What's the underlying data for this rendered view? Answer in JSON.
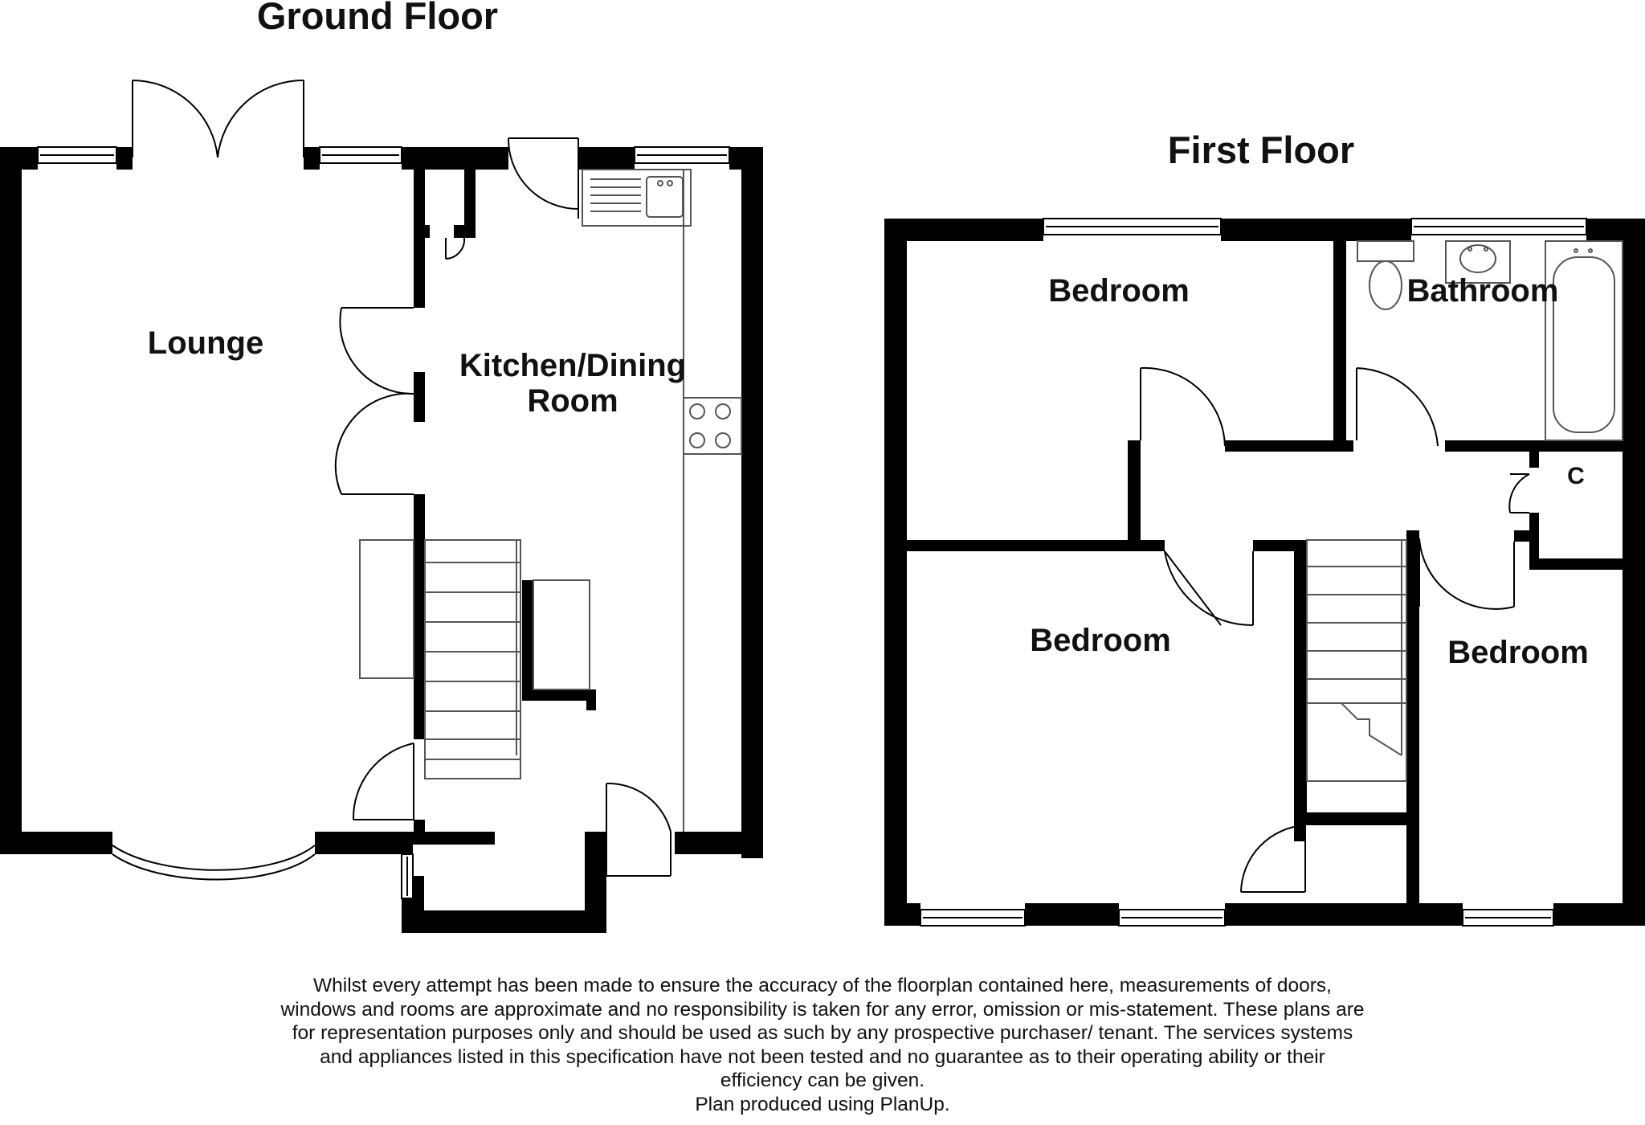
{
  "floors": [
    {
      "title": "Ground Floor",
      "rooms": [
        {
          "name": "Lounge"
        },
        {
          "name_line1": "Kitchen/Dining",
          "name_line2": "Room"
        }
      ]
    },
    {
      "title": "First Floor",
      "rooms": [
        {
          "name": "Bedroom"
        },
        {
          "name": "Bathroom"
        },
        {
          "name": "Bedroom"
        },
        {
          "name": "Bedroom"
        },
        {
          "name": "C"
        }
      ]
    }
  ],
  "disclaimer": {
    "lines": [
      "Whilst every attempt has been made to ensure the accuracy of the floorplan contained here, measurements of doors,",
      "windows and rooms are approximate and no responsibility is taken for any error, omission or mis-statement. These plans are",
      "for representation purposes only and should be used as such by any prospective purchaser/ tenant. The services systems",
      "and appliances listed in this specification have not been tested and no guarantee as to their operating ability or their",
      "efficiency can be given.",
      "Plan produced using PlanUp."
    ]
  },
  "colors": {
    "wall": "#000000",
    "fixture_line": "#555555",
    "background": "#ffffff"
  }
}
